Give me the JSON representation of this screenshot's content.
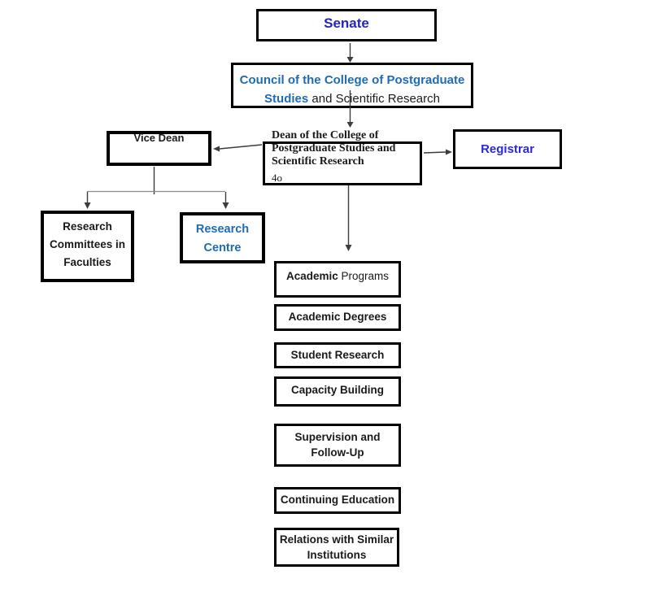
{
  "colors": {
    "accent_navy": "#2326b8",
    "registrar_blue": "#2a2ada",
    "accent_blue": "#1f6cb5",
    "border": "#000000",
    "line": "#3d3d3d",
    "branch_line": "#8a8a8a"
  },
  "nodes": {
    "senate": {
      "label": "Senate"
    },
    "council": {
      "line1": "Council of the College of Postgraduate",
      "line2_bold": "Studies",
      "line2_rest": " and Scientific Research"
    },
    "vice_dean": {
      "label": "Vice Dean"
    },
    "dean": {
      "line1": "Dean of the College of",
      "line2": "Postgraduate Studies and",
      "line3": "Scientific Research",
      "note": "4o"
    },
    "registrar": {
      "label": "Registrar"
    },
    "research_committees": {
      "line1": "Research",
      "line2": "Committees in",
      "line3": "Faculties"
    },
    "research_centre": {
      "line1": "Research",
      "line2": "Centre"
    },
    "academic_programs": {
      "bold": "Academic",
      "rest": " Programs"
    },
    "academic_degrees": {
      "label": "Academic Degrees"
    },
    "student_research": {
      "label": "Student Research"
    },
    "capacity_building": {
      "label": "Capacity Building"
    },
    "supervision": {
      "line1": "Supervision and",
      "line2": "Follow-Up"
    },
    "continuing_education": {
      "label": "Continuing Education"
    },
    "relations": {
      "line1": "Relations with Similar",
      "line2": "Institutions"
    }
  }
}
